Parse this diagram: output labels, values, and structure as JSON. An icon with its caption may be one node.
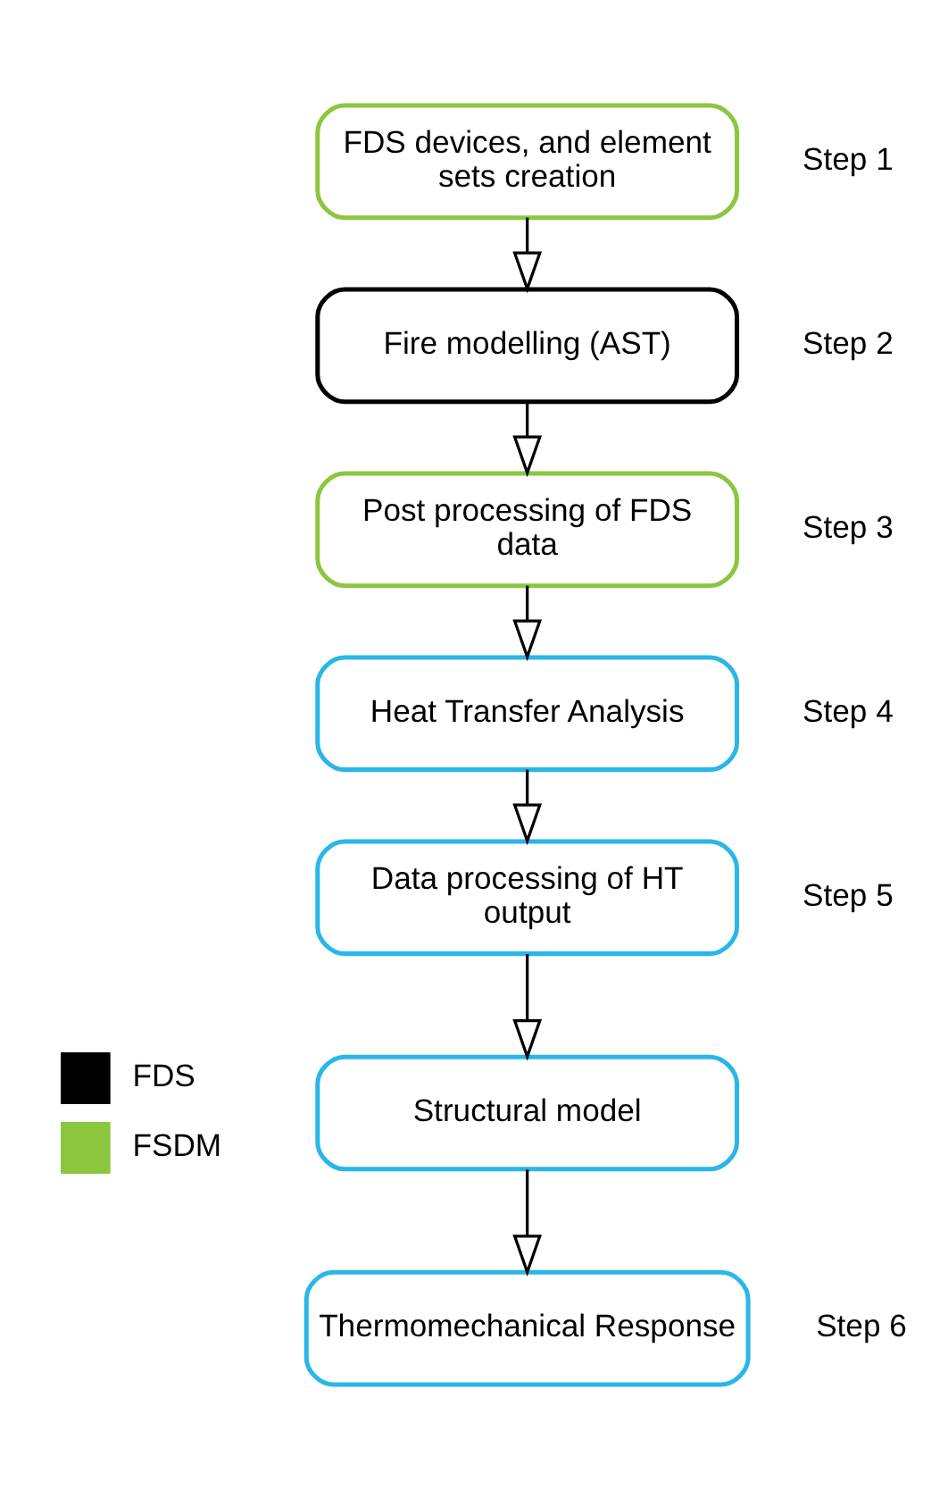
{
  "diagram": {
    "nodes": [
      {
        "text": [
          "FDS devices, and element sets creation"
        ],
        "beside": [
          "Step 1"
        ]
      },
      {
        "text": [
          "Fire modelling (AST)"
        ],
        "beside": [
          "Step 2"
        ]
      },
      {
        "text": [
          "Post processing of FDS data"
        ],
        "beside": [
          "Step 3"
        ]
      },
      {
        "text": [
          "Heat Transfer Analysis"
        ],
        "beside": [
          "Step 4"
        ]
      },
      {
        "text": [
          "Data processing of HT output"
        ]
      },
      {
        "text": [
          "Structural model"
        ]
      },
      {
        "text": [
          "Thermomechanical Response"
        ],
        "beside": [
          "Step 6"
        ]
      }
    ],
    "edges": [
      {
        "from": 0,
        "to": 1,
        "arrow": "to"
      },
      {
        "from": 1,
        "to": 2,
        "arrow": "to"
      },
      {
        "from": 2,
        "to": 3,
        "arrow": "to"
      },
      {
        "from": 3,
        "to": 4,
        "arrow": "to"
      },
      {
        "from": 4,
        "to": 5,
        "arrow": "to"
      },
      {
        "from": 5,
        "to": 6,
        "arrow": "to"
      }
    ],
    "labels": [
      "Step 5"
    ],
    "legend": [
      {
        "text": "FDS",
        "color": "#000000"
      },
      {
        "text": "FSDM",
        "color": "#8cc63f"
      }
    ]
  }
}
